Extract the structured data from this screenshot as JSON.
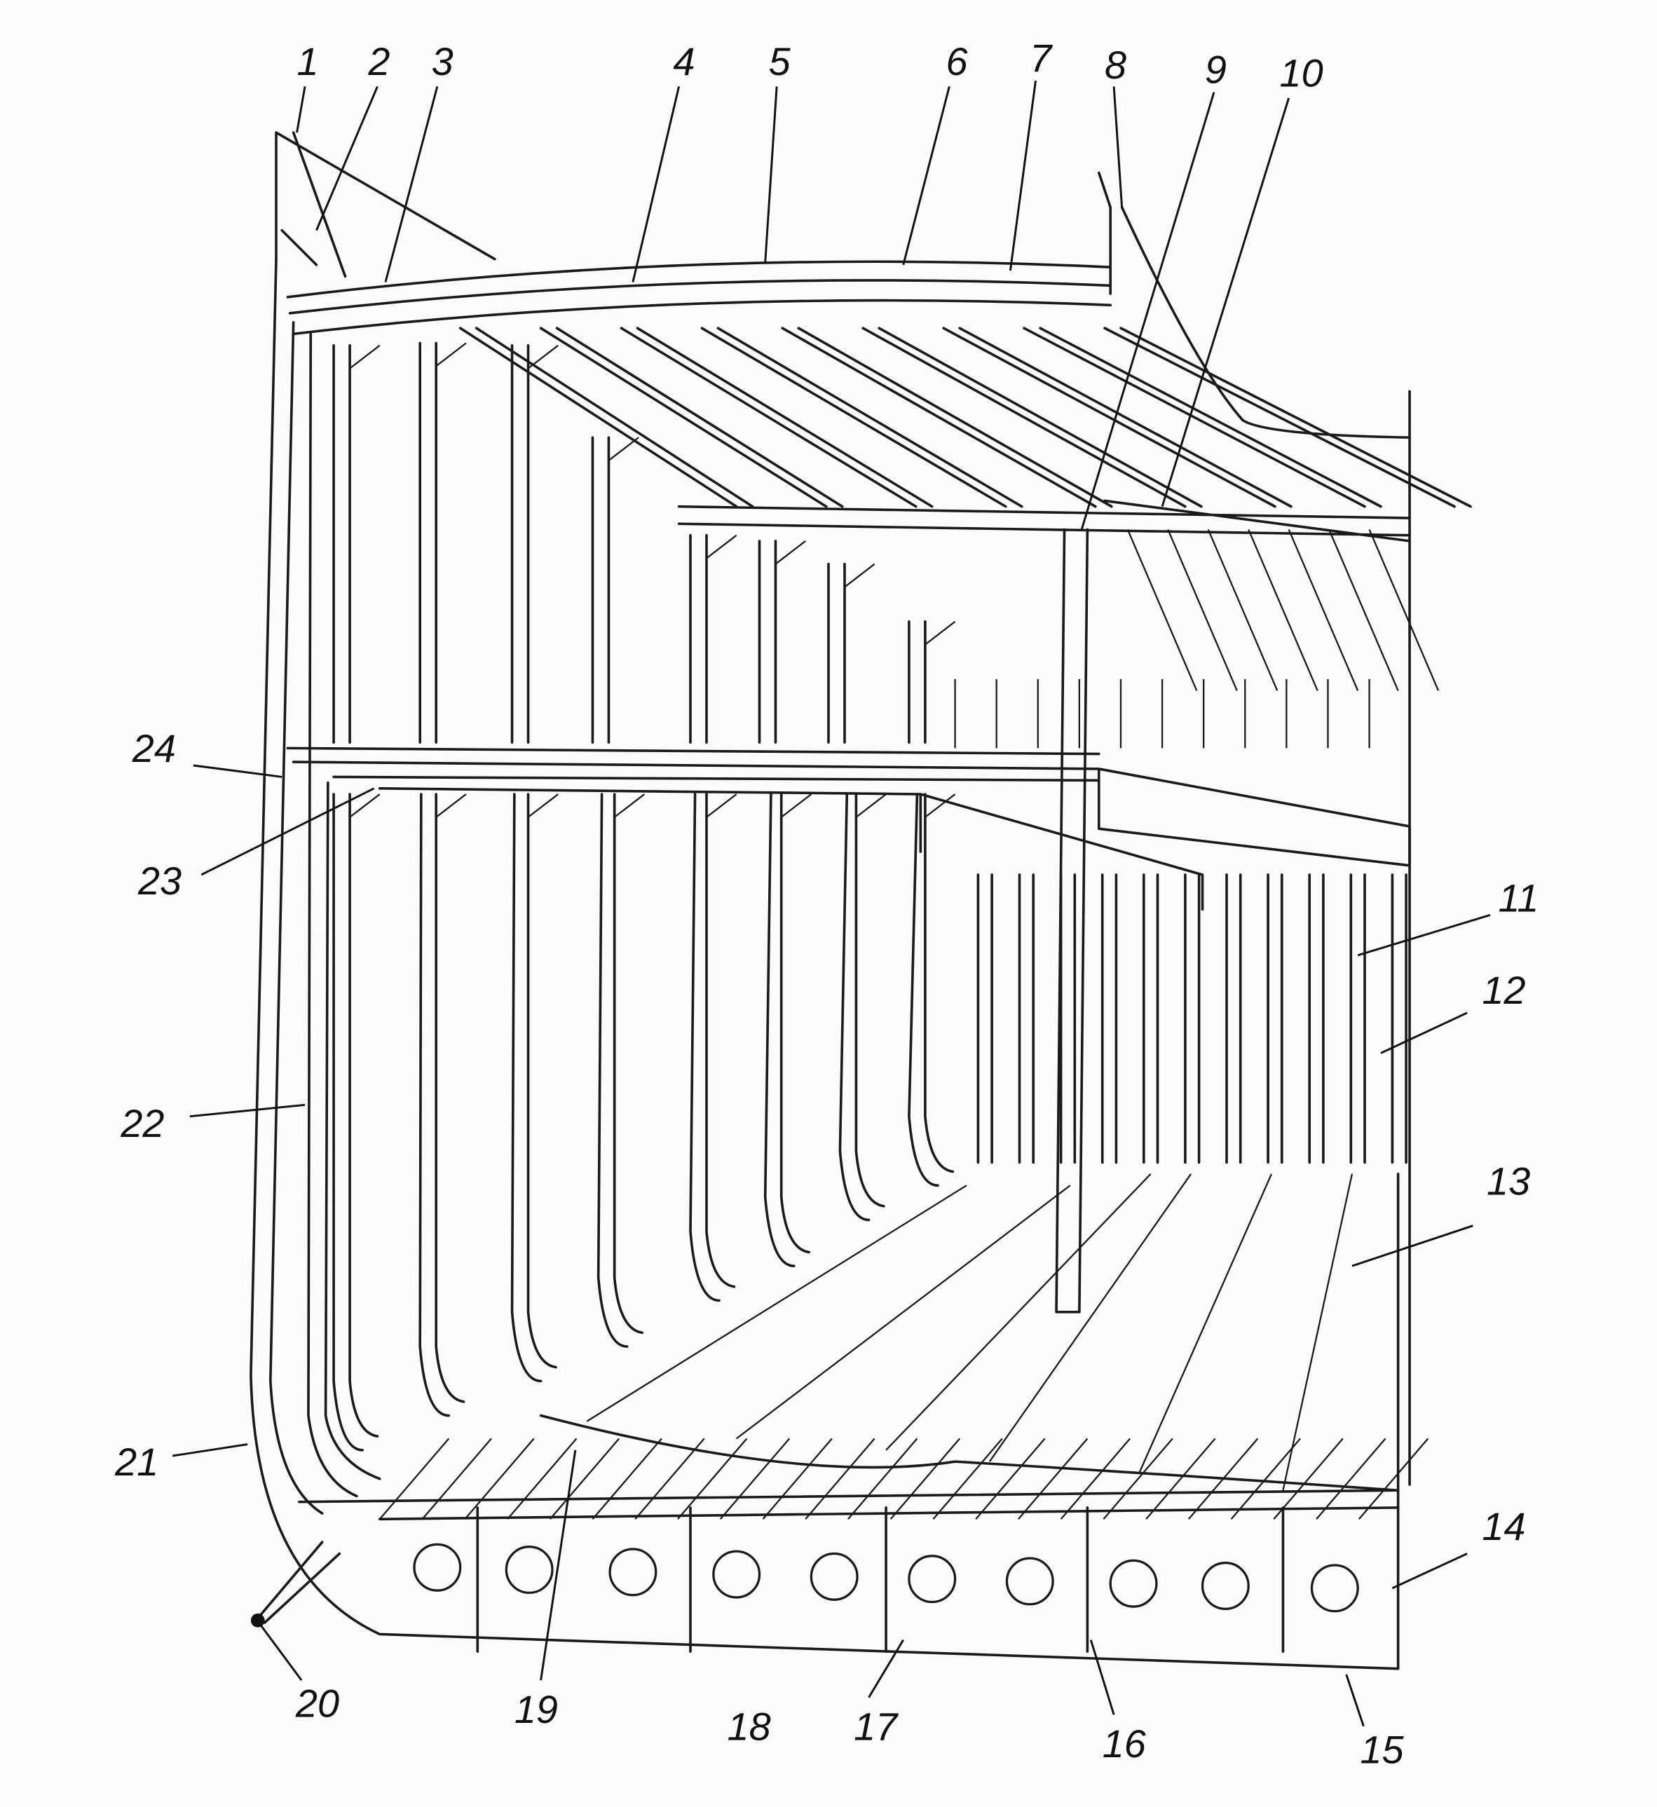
{
  "figure": {
    "labels": [
      "1",
      "2",
      "3",
      "4",
      "5",
      "6",
      "7",
      "8",
      "9",
      "10",
      "11",
      "12",
      "13",
      "14",
      "15",
      "16",
      "17",
      "18",
      "19",
      "20",
      "21",
      "22",
      "23",
      "24"
    ]
  }
}
